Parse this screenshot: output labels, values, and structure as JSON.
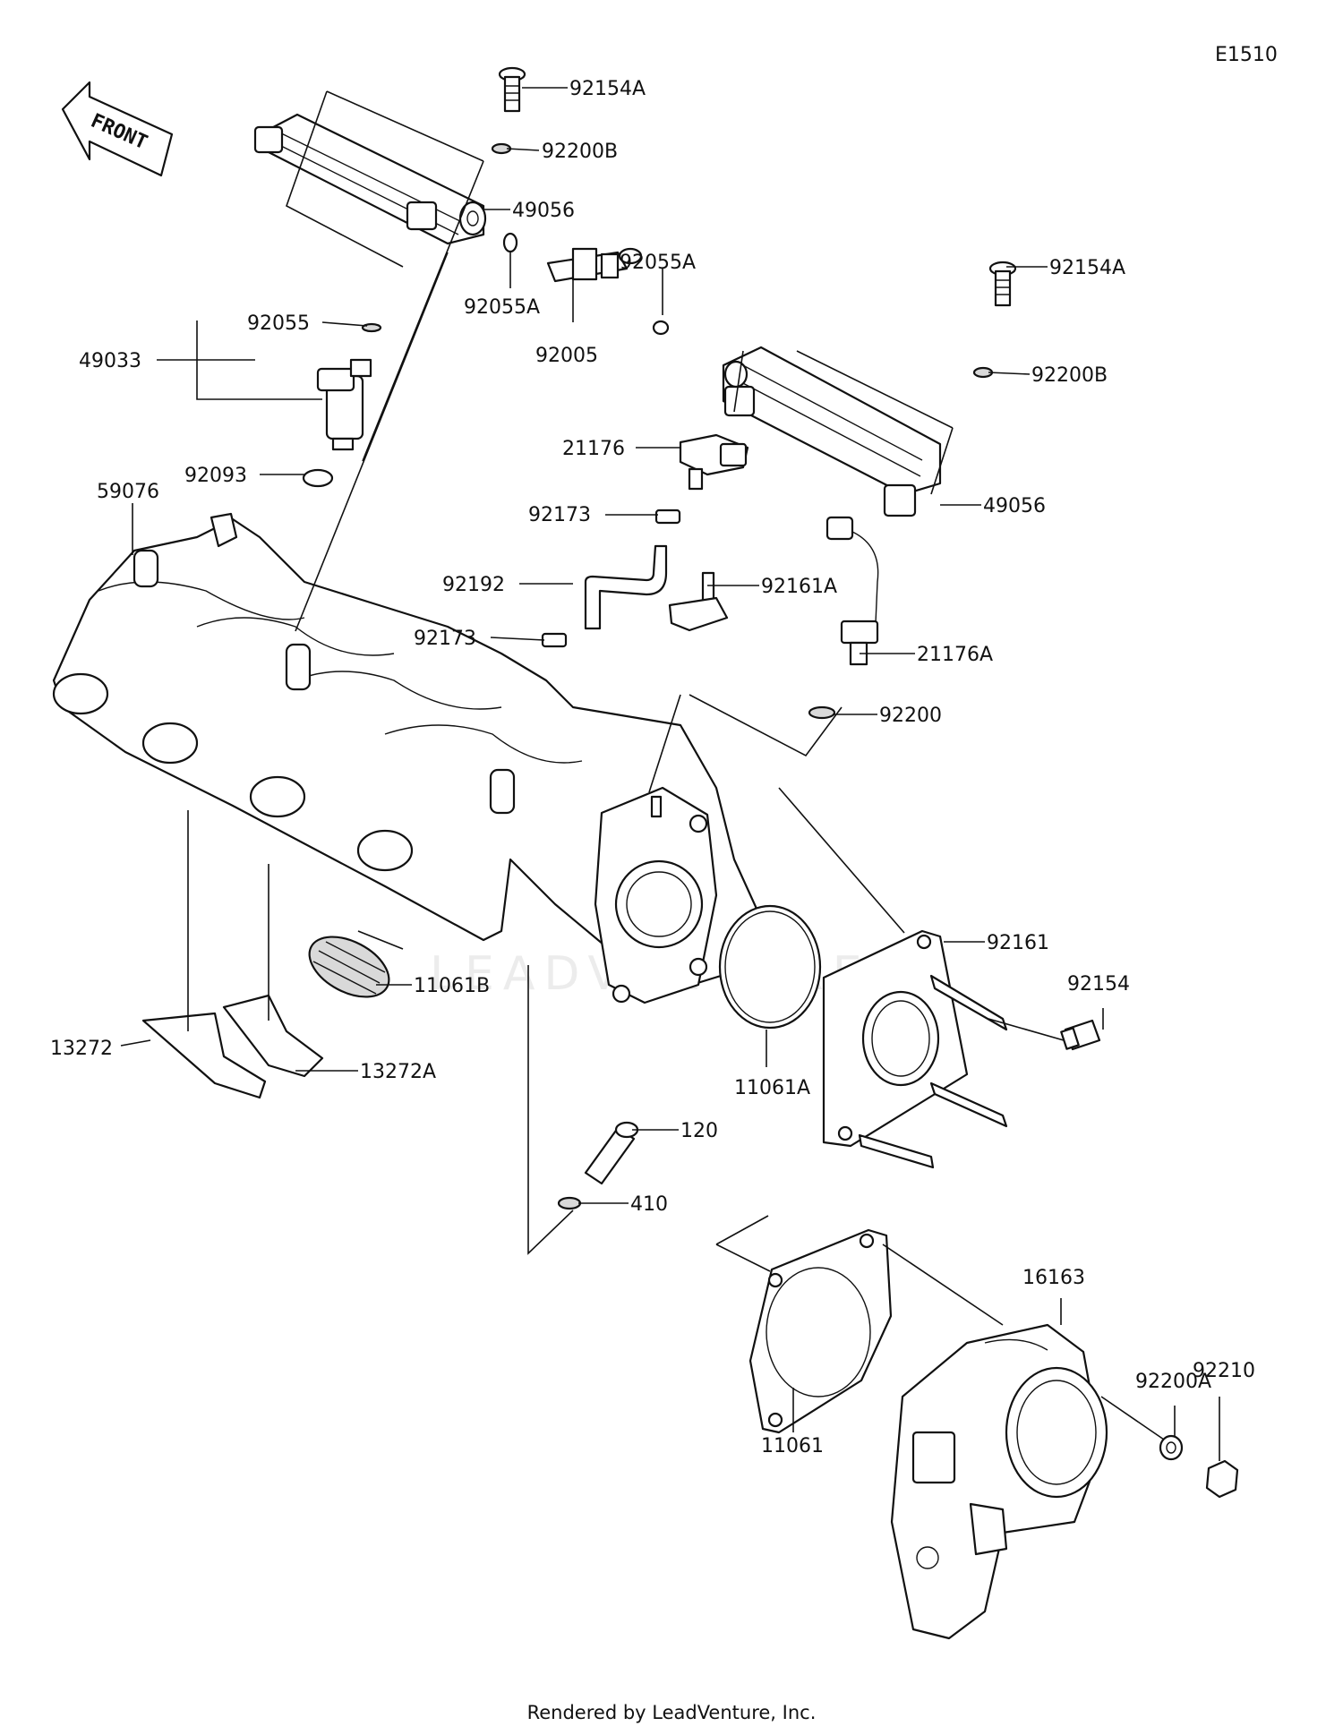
{
  "diagram": {
    "code": "E1510",
    "front_label": "FRONT",
    "watermark": "LEADVENTURE",
    "footer": "Rendered by LeadVenture, Inc.",
    "callouts": [
      "92154A",
      "92200B",
      "49056",
      "92055A",
      "92055A",
      "92005",
      "92154A",
      "92200B",
      "92055",
      "49033",
      "92093",
      "21176",
      "49056",
      "59076",
      "92173",
      "92192",
      "92161A",
      "92173",
      "21176A",
      "92200",
      "92161",
      "92154",
      "11061B",
      "13272",
      "13272A",
      "11061A",
      "120",
      "410",
      "16163",
      "92200A",
      "92210",
      "11061"
    ]
  }
}
